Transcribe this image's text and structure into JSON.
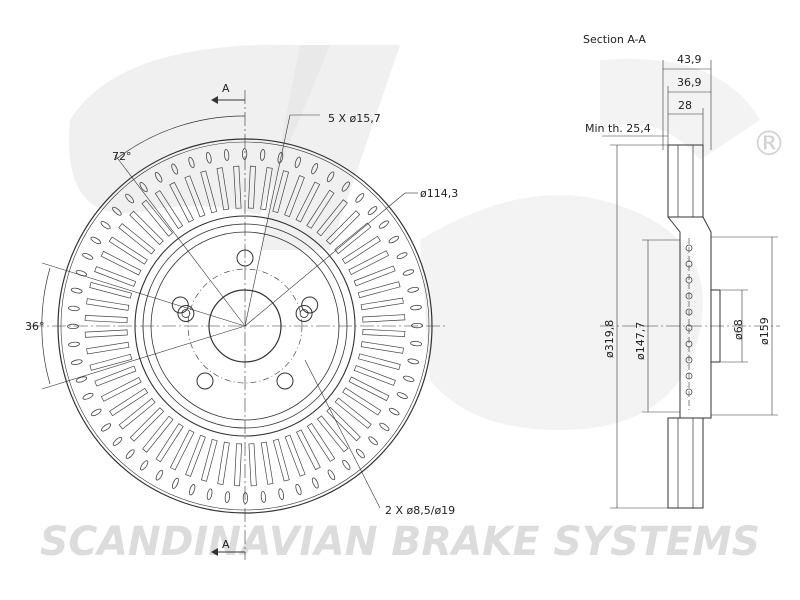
{
  "watermark": {
    "logo_text": "sbs",
    "brand_line": "SCANDINAVIAN BRAKE SYSTEMS",
    "registered_mark": "®"
  },
  "front_view": {
    "section_marker": "A",
    "bolt_holes": "5 X ø15,7",
    "pcd": "ø114,3",
    "fixing_holes": "2 X ø8,5/ø19",
    "angle_bolts": "72°",
    "angle_fixing": "36°"
  },
  "section_view": {
    "title": "Section A-A",
    "total_height": "43,9",
    "hat_height": "36,9",
    "thickness": "28",
    "min_thickness": "Min th. 25,4",
    "outer_diameter": "ø319,8",
    "hat_diameter": "ø147,7",
    "bore_diameter": "ø68",
    "centering_diameter": "ø159"
  }
}
